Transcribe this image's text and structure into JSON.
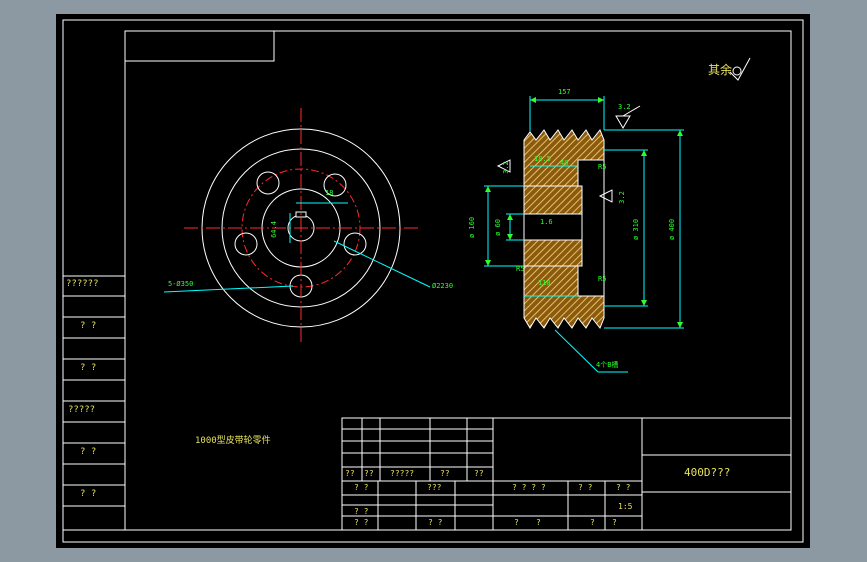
{
  "drawing": {
    "part_note": "1000型皮带轮零件",
    "roughness_note": "其余"
  },
  "side_table": [
    "??????",
    "? ?",
    "? ?",
    "?????",
    "? ?",
    "? ?"
  ],
  "title_block": {
    "row1": [
      "??",
      "??",
      "?????",
      "??",
      "??"
    ],
    "row2": [
      "? ?",
      "???"
    ],
    "row3": [
      "? ?"
    ],
    "row4": [
      "? ?",
      "? ?"
    ],
    "right": [
      "? ? ? ?",
      "? ?",
      "? ?"
    ],
    "scale": "1:5",
    "bottom": [
      "?",
      "?",
      "?",
      "?"
    ],
    "drawing_name": "400D???"
  },
  "dimensions": {
    "front": {
      "bolt_holes": "5-Ø350",
      "pcd": "Ø2230",
      "key_width": "18",
      "key_depth": "64.4"
    },
    "section": {
      "overall_width": "157",
      "roughness_top": "3.2",
      "web": "18.5",
      "offset": "40",
      "chamfer": "R5",
      "roughness_left": "3.2",
      "roughness_right": "3.2",
      "hub_dia": "ø 160",
      "bore_dia": "ø 60",
      "bore_chamfer": "1.6",
      "pitch_dia": "ø 310",
      "outer_dia": "ø 400",
      "fillet": "R5",
      "chamfer2": "R5",
      "hub_length": "110",
      "groove_note": "4个B槽"
    }
  }
}
